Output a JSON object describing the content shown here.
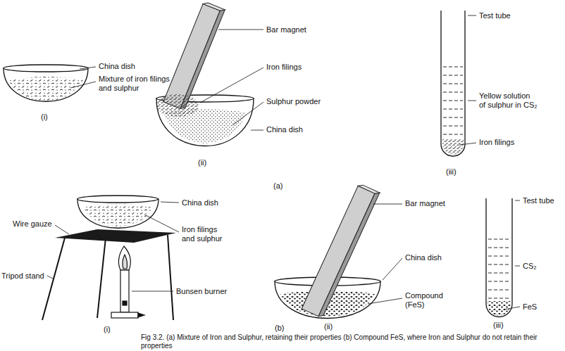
{
  "diagram": {
    "caption": "Fig 3.2. (a) Mixture of Iron and Sulphur, retaining their properties (b) Compound FeS, where Iron and Sulphur do not retain their properties",
    "labels": [
      "China dish",
      "Mixture of iron filings and sulphur",
      "(i)",
      "Bar magnet",
      "Iron filings",
      "Sulphur powder",
      "China dish",
      "(ii)",
      "Test tube",
      "Yellow solution of sulphur in CS₂",
      "Iron filings",
      "(iii)",
      "(a)",
      "China dish",
      "Wire gauze",
      "Iron filings and sulphur",
      "Tripod stand",
      "Bunsen burner",
      "(i)",
      "Bar magnet",
      "China dish",
      "Compound (FeS)",
      "(ii)",
      "Test tube",
      "CS₂",
      "FeS",
      "(iii)",
      "(b)"
    ]
  }
}
